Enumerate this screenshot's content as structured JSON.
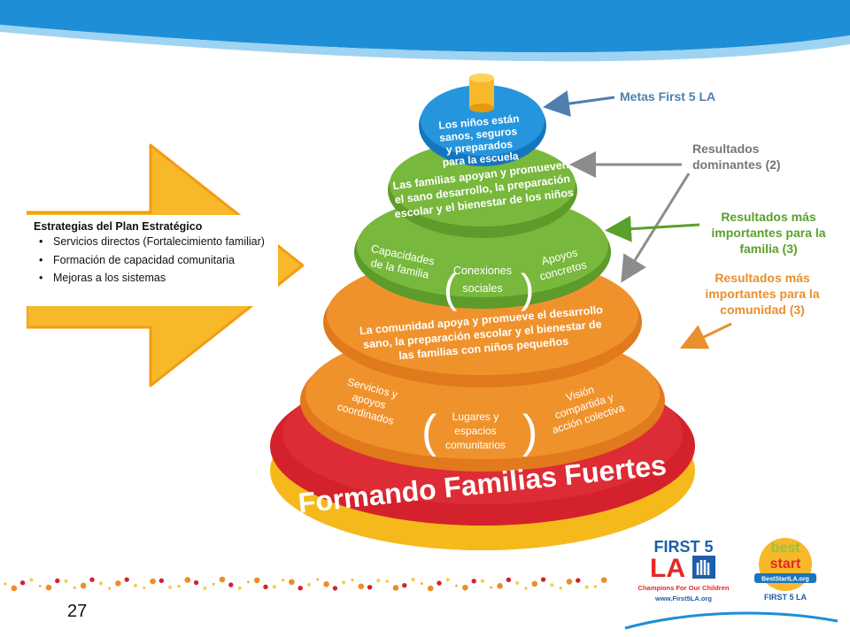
{
  "strategies": {
    "title": "Estrategias del Plan Estratégico",
    "items": [
      "Servicios directos (Fortalecimiento familiar)",
      "Formación de capacidad comunitaria",
      "Mejoras a los sistemas"
    ]
  },
  "pyramid": {
    "goal": [
      "Los niños están",
      "sanos, seguros",
      "y preparados",
      "para la escuela"
    ],
    "ring1": [
      "Las familias apoyan y promueven",
      "el sano desarrollo, la preparación",
      "escolar y el bienestar de los niños"
    ],
    "family_outcomes": [
      [
        "Capacidades",
        "de la familia"
      ],
      [
        "Conexiones",
        "sociales"
      ],
      [
        "Apoyos",
        "concretos"
      ]
    ],
    "ring3": [
      "La comunidad apoya y promueve el desarrollo",
      "sano, la preparación escolar y el bienestar de",
      "las familias con niños pequeños"
    ],
    "community_outcomes": [
      [
        "Servicios y",
        "apoyos",
        "coordinados"
      ],
      [
        "Lugares y",
        "espacios",
        "comunitarios"
      ],
      [
        "Visión",
        "compartida y",
        "acción colectiva"
      ]
    ],
    "base": "Formando Familias Fuertes"
  },
  "labels": {
    "metas": "Metas First 5 LA",
    "dominantes": "Resultados dominantes (2)",
    "familia": "Resultados más importantes para la familia (3)",
    "comunidad": "Resultados más importantes para la comunidad (3)"
  },
  "footer": {
    "page_number": "27",
    "first5": {
      "line1": "FIRST 5",
      "line2": "LA",
      "tagline": "Champions For Our Children",
      "url": "www.First5LA.org"
    },
    "beststart": {
      "line1": "best",
      "line2": "start",
      "url": "BestStartLA.org",
      "footer": "FIRST 5 LA"
    }
  },
  "colors": {
    "blue": "#1e8fd6",
    "yellow": "#f7b82a",
    "green": "#74b53a",
    "orange": "#ee8d28",
    "red": "#d4222c"
  }
}
